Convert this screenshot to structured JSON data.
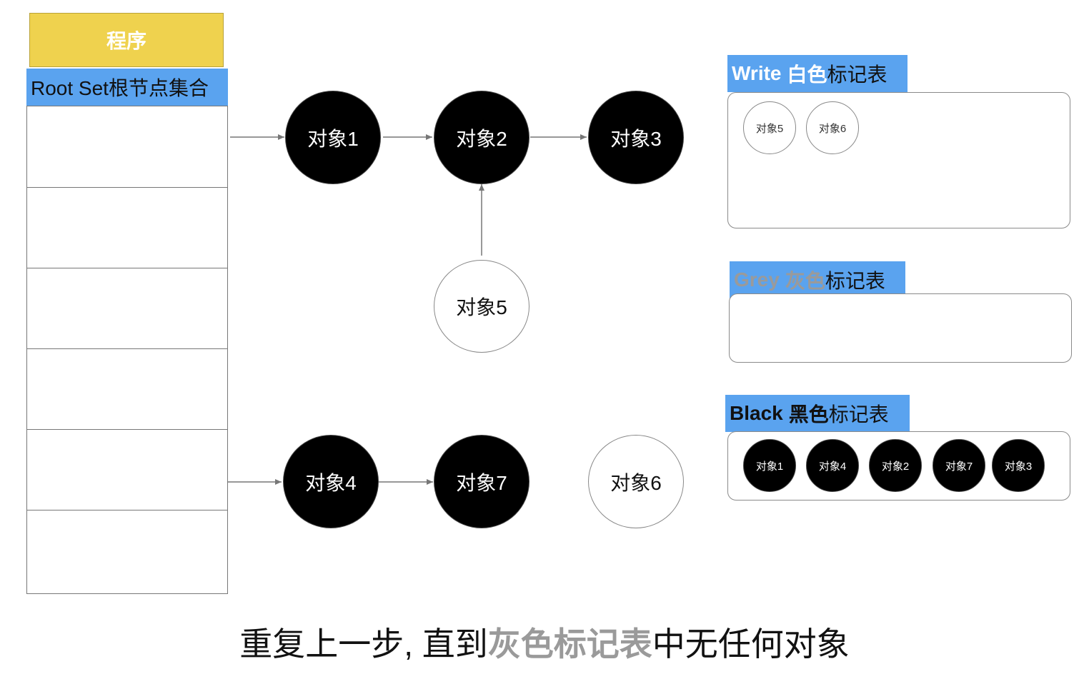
{
  "program": {
    "label": "程序"
  },
  "root_set": {
    "title": "Root Set根节点集合",
    "cell_count": 6
  },
  "nodes": [
    {
      "id": "obj1",
      "label": "对象1",
      "color": "black"
    },
    {
      "id": "obj2",
      "label": "对象2",
      "color": "black"
    },
    {
      "id": "obj3",
      "label": "对象3",
      "color": "black"
    },
    {
      "id": "obj5",
      "label": "对象5",
      "color": "white"
    },
    {
      "id": "obj4",
      "label": "对象4",
      "color": "black"
    },
    {
      "id": "obj7",
      "label": "对象7",
      "color": "black"
    },
    {
      "id": "obj6",
      "label": "对象6",
      "color": "white"
    }
  ],
  "edges": [
    {
      "from": "root",
      "to": "obj1"
    },
    {
      "from": "obj1",
      "to": "obj2"
    },
    {
      "from": "obj2",
      "to": "obj3"
    },
    {
      "from": "obj5",
      "to": "obj2"
    },
    {
      "from": "root",
      "to": "obj4"
    },
    {
      "from": "obj4",
      "to": "obj7"
    }
  ],
  "tables": {
    "white": {
      "title_en": "Write",
      "title_color_word": "白色",
      "title_suffix": "标记表",
      "items": [
        "对象5",
        "对象6"
      ]
    },
    "grey": {
      "title_en": "Grey",
      "title_color_word": "灰色",
      "title_suffix": "标记表",
      "items": []
    },
    "black": {
      "title_en": "Black",
      "title_color_word": "黑色",
      "title_suffix": "标记表",
      "items": [
        "对象1",
        "对象4",
        "对象2",
        "对象7",
        "对象3"
      ]
    }
  },
  "caption": {
    "prefix": "重复上一步, 直到",
    "highlight": "灰色标记表",
    "suffix": "中无任何对象"
  },
  "colors": {
    "program_fill": "#efd24e",
    "title_fill": "#5aa3ef",
    "grey_text": "#9a9a9a",
    "white_text": "#ffffff",
    "black_text": "#111111"
  }
}
